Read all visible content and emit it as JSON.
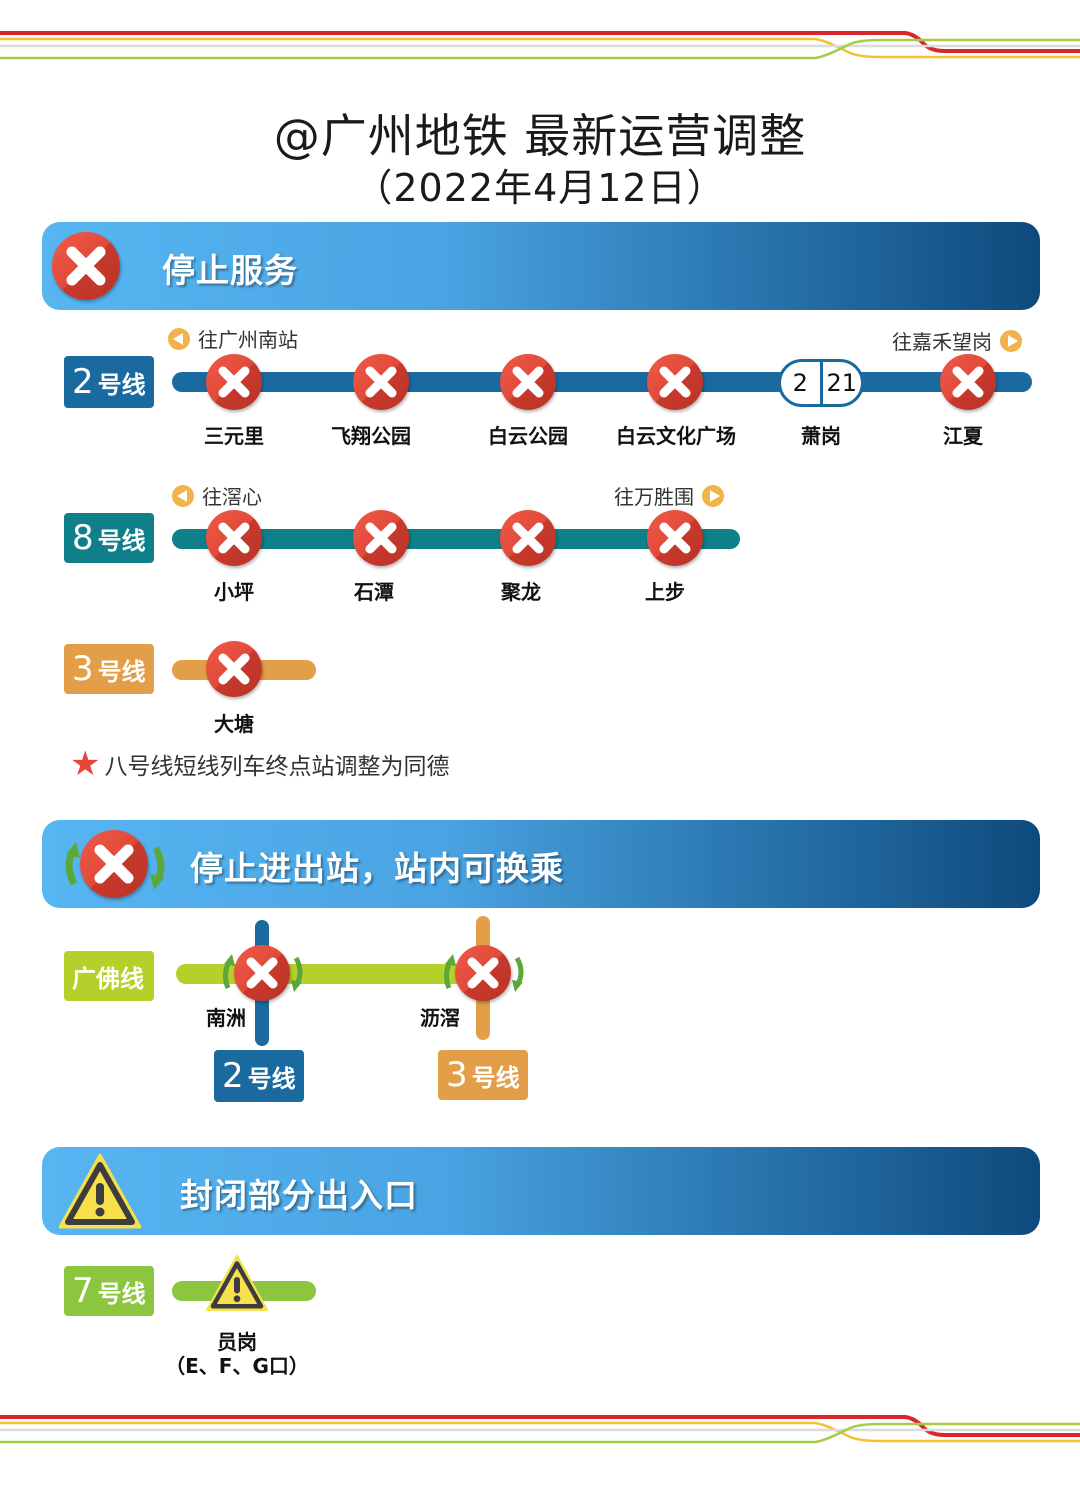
{
  "header": {
    "title": "@广州地铁 最新运营调整",
    "date": "（2022年4月12日）"
  },
  "colors": {
    "line2": "#1a6aa0",
    "line8": "#0f7f89",
    "line3": "#e39e4a",
    "guangfo": "#b5cf2b",
    "line7": "#8cc63f",
    "closed_badge": "#e34b3b",
    "direction_icon": "#f2b24a",
    "warning": "#f6e04b"
  },
  "sections": {
    "stop_service": {
      "label": "停止服务",
      "icon": "close-circle-icon",
      "lines": {
        "line2": {
          "number": "2",
          "suffix": "号线",
          "dir_left": "往广州南站",
          "dir_right": "往嘉禾望岗",
          "stations": [
            "三元里",
            "飞翔公园",
            "白云公园",
            "白云文化广场",
            "萧岗",
            "江夏"
          ],
          "transfer": {
            "station": "萧岗",
            "lines": [
              "2",
              "21"
            ]
          }
        },
        "line8": {
          "number": "8",
          "suffix": "号线",
          "dir_left": "往滘心",
          "dir_right": "往万胜围",
          "stations": [
            "小坪",
            "石潭",
            "聚龙",
            "上步"
          ]
        },
        "line3": {
          "number": "3",
          "suffix": "号线",
          "stations": [
            "大塘"
          ]
        }
      },
      "note": "八号线短线列车终点站调整为同德"
    },
    "no_entry_exit": {
      "label": "停止进出站，站内可换乘",
      "icon": "close-circle-transfer-icon",
      "line_name": "广佛线",
      "stations": [
        "南洲",
        "沥滘"
      ],
      "cross_lines": [
        {
          "number": "2",
          "suffix": "号线"
        },
        {
          "number": "3",
          "suffix": "号线"
        }
      ]
    },
    "partial_closure": {
      "label": "封闭部分出入口",
      "icon": "warning-triangle-icon",
      "line": {
        "number": "7",
        "suffix": "号线"
      },
      "station": "员岗",
      "exits": "（E、F、G口）"
    }
  }
}
